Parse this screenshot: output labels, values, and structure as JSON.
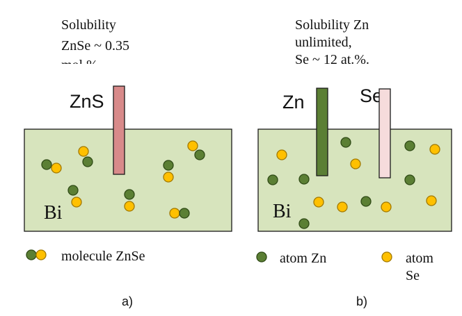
{
  "colors": {
    "bath": "#d7e4bd",
    "bath_stroke": "#1a1a1a",
    "zn_green": "#5b7f34",
    "zn_green_dark": "#3f5c22",
    "se_yellow": "#ffc000",
    "se_yellow_dark": "#c99400",
    "zns_rod": "#d88a8a",
    "se_rod": "#f6dcdc"
  },
  "panel_a": {
    "note_line1": "Solubility",
    "note_line2": "ZnSe ~ 0.35",
    "note_line3": "mol.%",
    "rod_label": "ZnS",
    "bath_label": "Bi",
    "legend_label": "molecule ZnSe",
    "caption": "a)",
    "icons": {
      "molecule": "zn-se-molecule-icon"
    }
  },
  "panel_b": {
    "note_line1": "Solubility Zn",
    "note_line2": "unlimited,",
    "note_line3": "Se ~ 12 at.%.",
    "rod_zn_label": "Zn",
    "rod_se_label": "Se",
    "bath_label": "Bi",
    "legend_zn_label": "atom Zn",
    "legend_se_line1": "atom",
    "legend_se_line2": "Se",
    "caption": "b)",
    "icons": {
      "zn_atom": "zn-atom-icon",
      "se_atom": "se-atom-icon"
    }
  }
}
